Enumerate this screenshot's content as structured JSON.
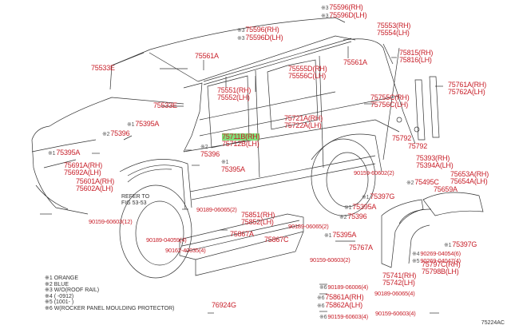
{
  "diagram": {
    "type": "parts-catalog-illustration",
    "subject": "SUV body side mouldings, wheel opening mouldings and rocker panel",
    "figure_code": "75224AC",
    "refer_note": [
      "REFER TO",
      "FIG 53-53"
    ],
    "highlight_color": "#7fe07a",
    "label_color": "#c8202a",
    "labels": [
      {
        "id": "l1",
        "lines": [
          "75596(RH)",
          "75596D(LH)"
        ],
        "marks": [
          "※3",
          "※3"
        ]
      },
      {
        "id": "l2",
        "lines": [
          "75596(RH)",
          "75596D(LH)"
        ],
        "marks": [
          "※3",
          "※3"
        ]
      },
      {
        "id": "l3",
        "lines": [
          "75553(RH)",
          "75554(LH)"
        ]
      },
      {
        "id": "l4",
        "lines": [
          "75561A"
        ]
      },
      {
        "id": "l5",
        "lines": [
          "75533E"
        ]
      },
      {
        "id": "l6",
        "lines": [
          "75561A"
        ]
      },
      {
        "id": "l7",
        "lines": [
          "75815(RH)",
          "75816(LH)"
        ]
      },
      {
        "id": "l8",
        "lines": [
          "75555D(RH)",
          "75556C(LH)"
        ]
      },
      {
        "id": "l9",
        "lines": [
          "75551(RH)",
          "75552(LH)"
        ]
      },
      {
        "id": "l10",
        "lines": [
          "75533E"
        ]
      },
      {
        "id": "l11",
        "lines": [
          "75761A(RH)",
          "75762A(LH)"
        ]
      },
      {
        "id": "l12",
        "lines": [
          "75755C(RH)",
          "75756C(LH)"
        ]
      },
      {
        "id": "l13",
        "lines": [
          "75721A(RH)",
          "75722A(LH)"
        ]
      },
      {
        "id": "l14",
        "lines": [
          "75395A"
        ],
        "marks": [
          "※1"
        ]
      },
      {
        "id": "l15",
        "lines": [
          "75396"
        ],
        "marks": [
          "※2"
        ]
      },
      {
        "id": "l16",
        "lines": [
          "75711B(RH)"
        ],
        "highlighted": true
      },
      {
        "id": "l16b",
        "lines": [
          "75712B(LH)"
        ]
      },
      {
        "id": "l17",
        "lines": [
          "75792"
        ]
      },
      {
        "id": "l18",
        "lines": [
          "75792"
        ]
      },
      {
        "id": "l19",
        "lines": [
          "75395A"
        ],
        "marks": [
          "※1"
        ]
      },
      {
        "id": "l20",
        "lines": [
          "75396"
        ],
        "marks": [
          "※2"
        ]
      },
      {
        "id": "l21",
        "lines": [
          "75691A(RH)",
          "75692A(LH)"
        ]
      },
      {
        "id": "l22",
        "lines": [
          "75395A"
        ],
        "marks": [
          "※1"
        ]
      },
      {
        "id": "l23",
        "lines": [
          "75601A(RH)",
          "75602A(LH)"
        ]
      },
      {
        "id": "l24",
        "lines": [
          "75393(RH)",
          "75394A(LH)"
        ]
      },
      {
        "id": "l25",
        "lines": [
          "90159-60602(2)"
        ]
      },
      {
        "id": "l26",
        "lines": [
          "75495C"
        ],
        "marks": [
          "※2"
        ]
      },
      {
        "id": "l27",
        "lines": [
          "75653A(RH)",
          "75654A(LH)"
        ]
      },
      {
        "id": "l28",
        "lines": [
          "75659A"
        ]
      },
      {
        "id": "l29",
        "lines": [
          "75397G"
        ],
        "marks": [
          "※1"
        ]
      },
      {
        "id": "l30",
        "lines": [
          "75395A"
        ],
        "marks": [
          "※1"
        ]
      },
      {
        "id": "l31",
        "lines": [
          "75396"
        ],
        "marks": [
          "※2"
        ]
      },
      {
        "id": "l32",
        "lines": [
          "90189-06065(2)"
        ]
      },
      {
        "id": "l33",
        "lines": [
          "90159-60603(12)"
        ]
      },
      {
        "id": "l34",
        "lines": [
          "75851(RH)",
          "75852(LH)"
        ]
      },
      {
        "id": "l35",
        "lines": [
          "75867A"
        ]
      },
      {
        "id": "l36",
        "lines": [
          "75867C"
        ]
      },
      {
        "id": "l37",
        "lines": [
          "90189-04059(4)"
        ]
      },
      {
        "id": "l38",
        "lines": [
          "90162-40035(4)"
        ]
      },
      {
        "id": "l39",
        "lines": [
          "90189-06065(2)"
        ]
      },
      {
        "id": "l40",
        "lines": [
          "75395A"
        ],
        "marks": [
          "※1"
        ]
      },
      {
        "id": "l41",
        "lines": [
          "90159-60603(2)"
        ]
      },
      {
        "id": "l42",
        "lines": [
          "75767A"
        ]
      },
      {
        "id": "l43",
        "lines": [
          "75397G"
        ],
        "marks": [
          "※1"
        ]
      },
      {
        "id": "l44",
        "lines": [
          "90269-04054(6)",
          "90269-04047(4)"
        ],
        "marks": [
          "※4",
          "※5"
        ]
      },
      {
        "id": "l45",
        "lines": [
          "75797C(RH)",
          "75798B(LH)"
        ]
      },
      {
        "id": "l46",
        "lines": [
          "75741(RH)",
          "75742(LH)"
        ]
      },
      {
        "id": "l47",
        "lines": [
          "90189-06006(4)"
        ],
        "marks": [
          "※6"
        ]
      },
      {
        "id": "l48",
        "lines": [
          "75861A(RH)",
          "75862A(LH)"
        ],
        "marks": [
          "※6",
          "※6"
        ]
      },
      {
        "id": "l49",
        "lines": [
          "90159-60603(4)"
        ],
        "marks": [
          "※6"
        ]
      },
      {
        "id": "l50",
        "lines": [
          "90189-06065(4)"
        ]
      },
      {
        "id": "l51",
        "lines": [
          "90159-60603(4)"
        ]
      },
      {
        "id": "l52",
        "lines": [
          "76924G"
        ]
      }
    ],
    "notes": [
      "※1 ORANGE",
      "※2 BLUE",
      "※3 W/O(ROOF RAIL)",
      "※4 (      -0912)",
      "※5 (1001-      )",
      "※6 W(ROCKER PANEL MOULDING PROTECTOR)"
    ]
  }
}
